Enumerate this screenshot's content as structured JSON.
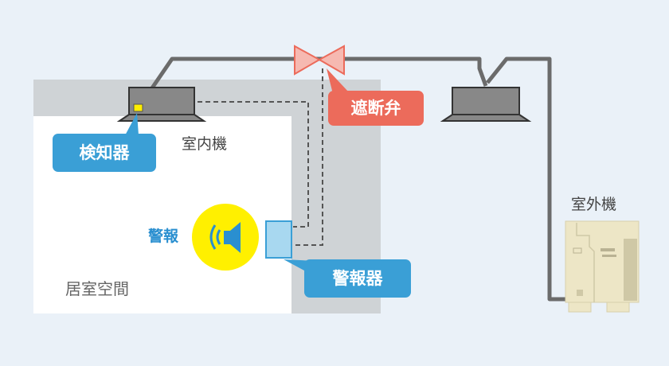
{
  "labels": {
    "detector": "検知器",
    "indoor_unit": "室内機",
    "shutoff_valve": "遮断弁",
    "outdoor_unit": "室外機",
    "alarm_text": "警報",
    "alarm_device": "警報器",
    "living_space": "居室空間"
  },
  "colors": {
    "background": "#eaf1f8",
    "ceiling_area": "#cfd3d6",
    "room": "#ffffff",
    "pipe": "#6b6b6b",
    "blue_tag": "#3a9fd6",
    "red_tag": "#ec6b5b",
    "valve": "#f6b9b1",
    "sensor": "#ffee00",
    "alarm_circle": "#fff000",
    "speaker": "#2a8fd0",
    "outdoor_unit": "#ede6c6"
  },
  "icons": {
    "indoor_unit": "ceiling-cassette-icon",
    "valve": "shutoff-valve-icon",
    "speaker": "speaker-icon",
    "outdoor_unit": "outdoor-unit-icon"
  }
}
